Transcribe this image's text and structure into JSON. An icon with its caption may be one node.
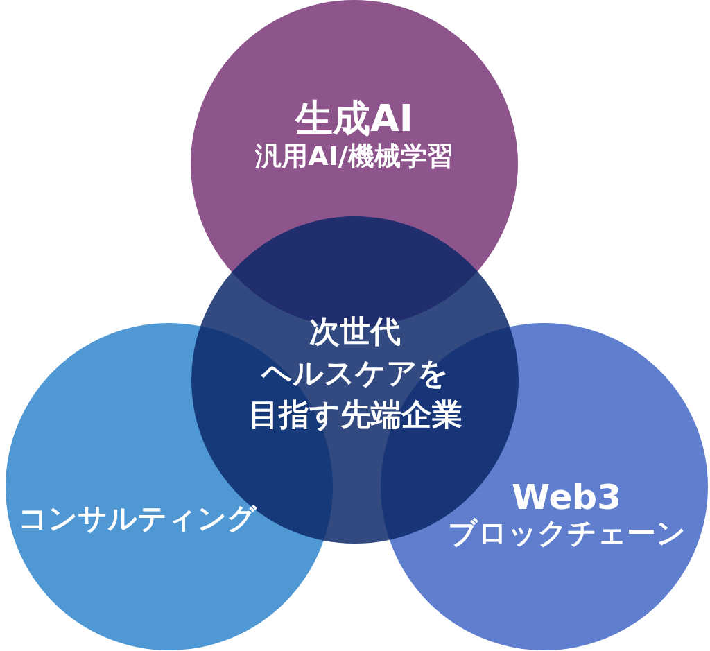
{
  "diagram": {
    "nodes": [
      {
        "text": [
          "生成AI",
          "汎用AI/機械学習"
        ]
      },
      {
        "text": [
          "次世代ヘルスケアを目指す先端企業"
        ]
      },
      {
        "text": [
          "コンサルティング"
        ]
      },
      {
        "text": [
          "Web3",
          "ブロックチェーン"
        ]
      }
    ]
  }
}
